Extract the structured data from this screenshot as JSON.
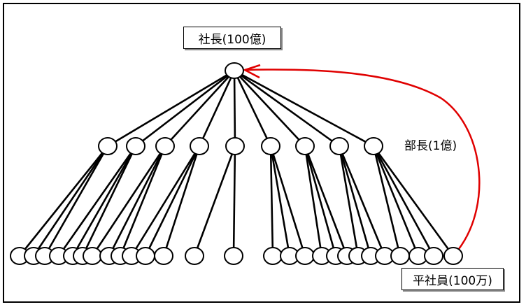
{
  "labels": {
    "president": "社長(100億)",
    "manager": "部長(1億)",
    "employee": "平社員(100万)"
  },
  "colors": {
    "line": "#000000",
    "arrow": "#e00000",
    "node_fill": "#ffffff"
  }
}
